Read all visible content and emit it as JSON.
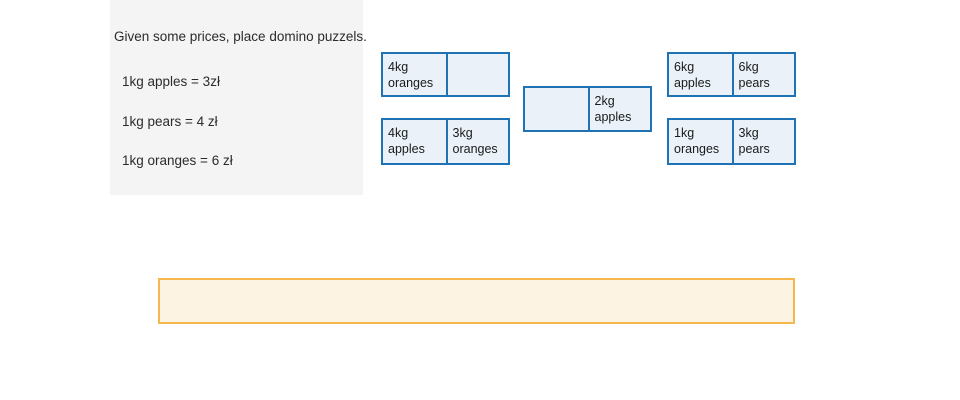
{
  "prompt": {
    "heading": "Given some prices, place domino puzzels.",
    "prices": [
      "1kg apples = 3zł",
      "1kg pears = 4 zł",
      "1kg oranges = 6 zł"
    ]
  },
  "dominoes": [
    {
      "id": "domino-0",
      "left": {
        "qty": "4kg",
        "item": "oranges"
      },
      "right": {
        "qty": "",
        "item": ""
      }
    },
    {
      "id": "domino-1",
      "left": {
        "qty": "4kg",
        "item": "apples"
      },
      "right": {
        "qty": "3kg",
        "item": "oranges"
      }
    },
    {
      "id": "domino-2",
      "left": {
        "qty": "",
        "item": ""
      },
      "right": {
        "qty": "2kg",
        "item": "apples"
      }
    },
    {
      "id": "domino-3",
      "left": {
        "qty": "6kg",
        "item": "apples"
      },
      "right": {
        "qty": "6kg",
        "item": "pears"
      }
    },
    {
      "id": "domino-4",
      "left": {
        "qty": "1kg",
        "item": "oranges"
      },
      "right": {
        "qty": "3kg",
        "item": "pears"
      }
    }
  ],
  "answer_area": {
    "content": ""
  },
  "colors": {
    "panel_background": "#f4f4f4",
    "domino_border": "#1f72b3",
    "domino_fill": "#eaf1f8",
    "answer_border": "#f5b84f",
    "answer_fill": "#fdf3e2",
    "page_background": "#ffffff",
    "text": "#2b2b2b"
  }
}
